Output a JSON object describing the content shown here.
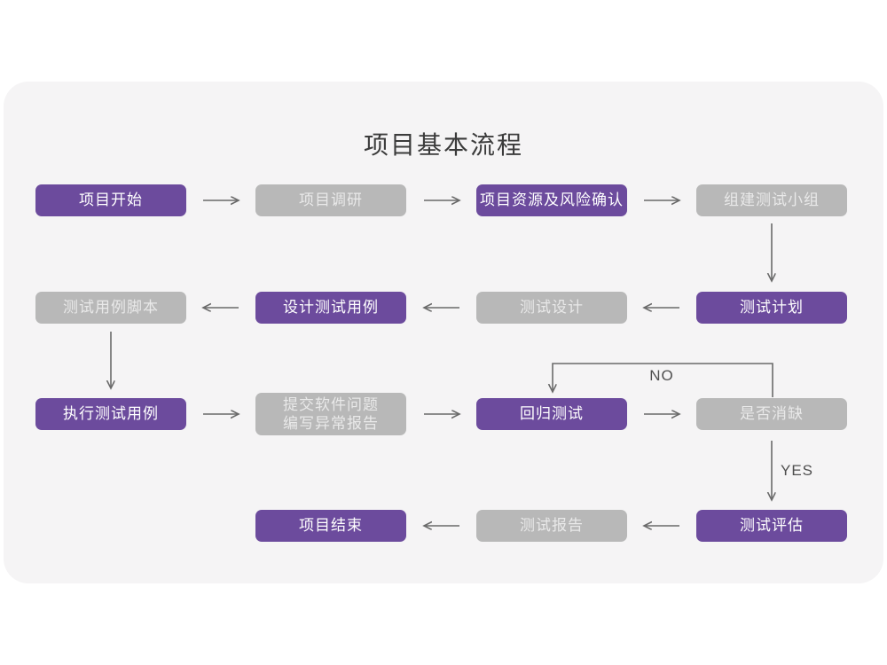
{
  "title": "项目基本流程",
  "colors": {
    "page_bg": "#ffffff",
    "card_bg": "#f5f4f5",
    "primary": "#6c4b9d",
    "secondary": "#b8b8b8",
    "text_on_primary": "#ffffff",
    "text_on_secondary": "#e9e9e9",
    "arrow": "#6a6a6a",
    "title_text": "#3b3b3b",
    "edge_label_text": "#4f4f4f"
  },
  "nodes": [
    {
      "id": "project-start",
      "label": "项目开始",
      "variant": "purple"
    },
    {
      "id": "project-research",
      "label": "项目调研",
      "variant": "gray"
    },
    {
      "id": "resource-risk-confirm",
      "label": "项目资源及风险确认",
      "variant": "purple"
    },
    {
      "id": "form-test-team",
      "label": "组建测试小组",
      "variant": "gray"
    },
    {
      "id": "test-case-script",
      "label": "测试用例脚本",
      "variant": "gray"
    },
    {
      "id": "design-test-case",
      "label": "设计测试用例",
      "variant": "purple"
    },
    {
      "id": "test-design",
      "label": "测试设计",
      "variant": "gray"
    },
    {
      "id": "test-plan",
      "label": "测试计划",
      "variant": "purple"
    },
    {
      "id": "execute-test-case",
      "label": "执行测试用例",
      "variant": "purple"
    },
    {
      "id": "submit-issue-report",
      "label": "提交软件问题\n编写异常报告",
      "variant": "gray"
    },
    {
      "id": "regression-test",
      "label": "回归测试",
      "variant": "purple"
    },
    {
      "id": "defect-eliminated",
      "label": "是否消缺",
      "variant": "gray"
    },
    {
      "id": "project-end",
      "label": "项目结束",
      "variant": "purple"
    },
    {
      "id": "test-report",
      "label": "测试报告",
      "variant": "gray"
    },
    {
      "id": "test-evaluation",
      "label": "测试评估",
      "variant": "purple"
    }
  ],
  "edges": [
    {
      "from": "project-start",
      "to": "project-research",
      "label": ""
    },
    {
      "from": "project-research",
      "to": "resource-risk-confirm",
      "label": ""
    },
    {
      "from": "resource-risk-confirm",
      "to": "form-test-team",
      "label": ""
    },
    {
      "from": "form-test-team",
      "to": "test-plan",
      "label": ""
    },
    {
      "from": "test-plan",
      "to": "test-design",
      "label": ""
    },
    {
      "from": "test-design",
      "to": "design-test-case",
      "label": ""
    },
    {
      "from": "design-test-case",
      "to": "test-case-script",
      "label": ""
    },
    {
      "from": "test-case-script",
      "to": "execute-test-case",
      "label": ""
    },
    {
      "from": "execute-test-case",
      "to": "submit-issue-report",
      "label": ""
    },
    {
      "from": "submit-issue-report",
      "to": "regression-test",
      "label": ""
    },
    {
      "from": "regression-test",
      "to": "defect-eliminated",
      "label": ""
    },
    {
      "from": "defect-eliminated",
      "to": "regression-test",
      "label": "NO"
    },
    {
      "from": "defect-eliminated",
      "to": "test-evaluation",
      "label": "YES"
    },
    {
      "from": "test-evaluation",
      "to": "test-report",
      "label": ""
    },
    {
      "from": "test-report",
      "to": "project-end",
      "label": ""
    }
  ]
}
